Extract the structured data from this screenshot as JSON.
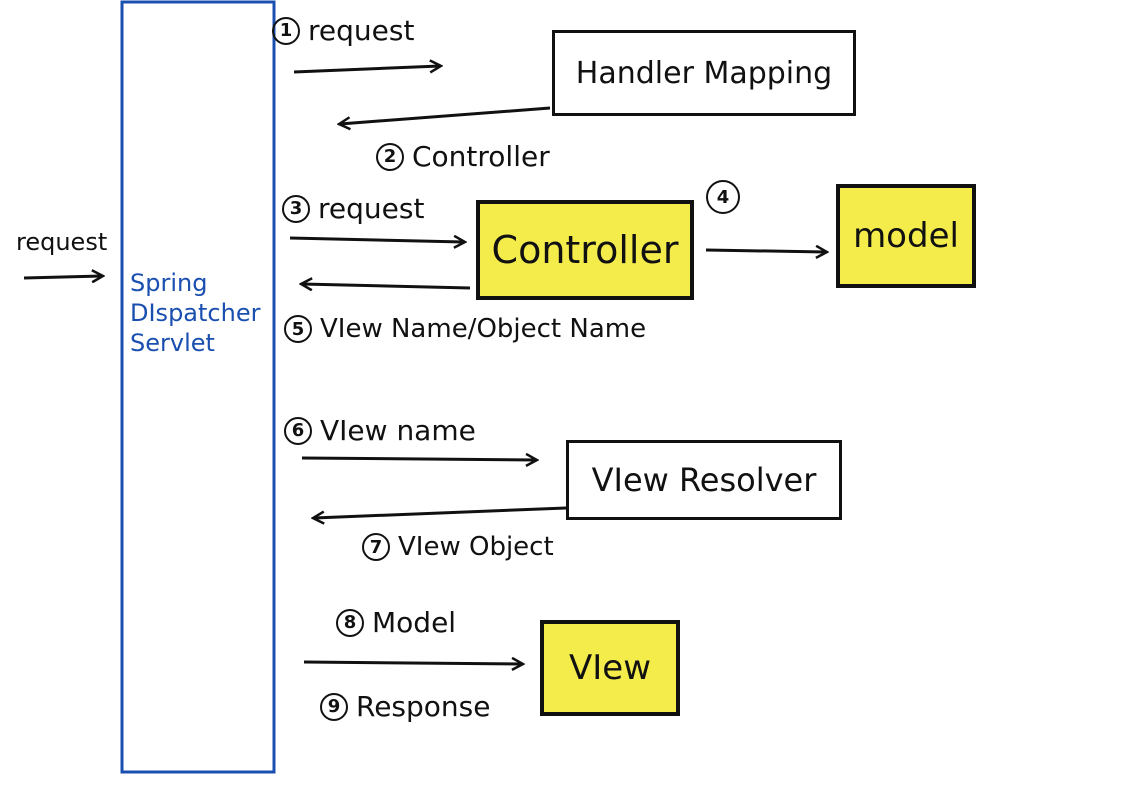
{
  "servlet": {
    "line1": "Spring",
    "line2": "DIspatcher",
    "line3": "Servlet",
    "color": "#1a4fb0"
  },
  "incoming": {
    "label": "request"
  },
  "steps": [
    {
      "num": "1",
      "text": "request"
    },
    {
      "num": "2",
      "text": "Controller"
    },
    {
      "num": "3",
      "text": "request"
    },
    {
      "num": "4",
      "text": ""
    },
    {
      "num": "5",
      "text": "VIew Name/Object Name"
    },
    {
      "num": "6",
      "text": "VIew name"
    },
    {
      "num": "7",
      "text": "VIew Object"
    },
    {
      "num": "8",
      "text": "Model"
    },
    {
      "num": "9",
      "text": "Response"
    }
  ],
  "boxes": {
    "handler_mapping": "Handler Mapping",
    "controller": "Controller",
    "model": "model",
    "view_resolver": "VIew Resolver",
    "view": "VIew"
  },
  "colors": {
    "highlight": "#f4ec4a",
    "ink": "#111111"
  }
}
